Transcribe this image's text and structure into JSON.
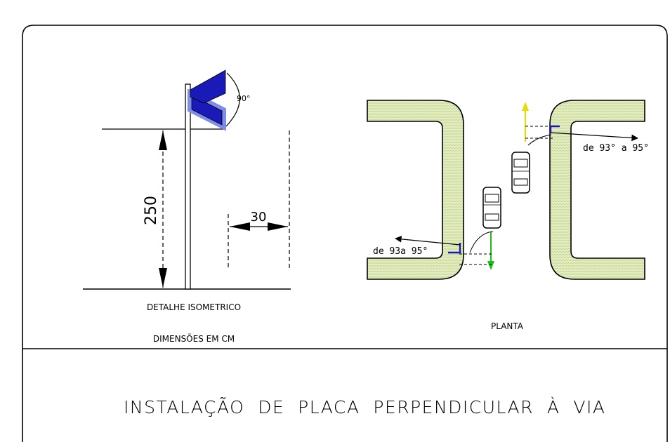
{
  "drawing": {
    "title": "INSTALAÇÃO  DE  PLACA  PERPENDICULAR  À  VIA",
    "labels": {
      "detail_caption": "DETALHE ISOMETRICO",
      "dimensions_caption": "DIMENSÕES EM CM",
      "plan_caption": "PLANTA",
      "height_dim": "250",
      "offset_dim": "30",
      "angle": "90°",
      "angle_range_top": "de  93°  a  95°",
      "angle_range_bottom": "de  93a  95°"
    },
    "colors": {
      "sign_blue": "#1a1ab8",
      "sign_light": "#7e8ee8",
      "curb_fill": "#e6efc4",
      "curb_hatch": "#c7d79a",
      "arrow_yellow": "#e8dc00",
      "arrow_green": "#19c019",
      "line": "#000000"
    }
  }
}
